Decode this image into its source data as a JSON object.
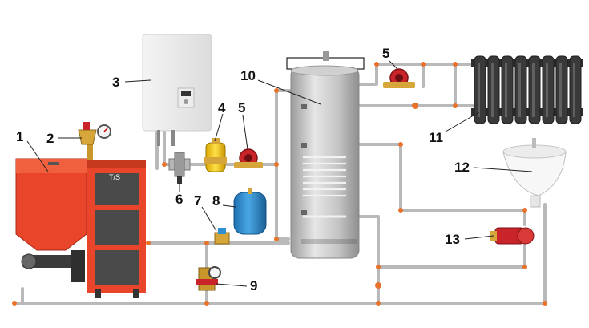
{
  "labels": {
    "l1": "1",
    "l2": "2",
    "l3": "3",
    "l4": "4",
    "l5a": "5",
    "l5b": "5",
    "l6": "6",
    "l7": "7",
    "l8": "8",
    "l9": "9",
    "l10": "10",
    "l11": "11",
    "l12": "12",
    "l13": "13"
  },
  "boiler_brand": "T/S",
  "colors": {
    "boiler_red": "#e8452a",
    "boiler_dark": "#4a4a4a",
    "pipe": "#b9b9b9",
    "joint": "#e8722a",
    "tank": "#c9c9c9",
    "expansion_tank": "#2f8fd0",
    "brass": "#d6a63a",
    "pump_red": "#c8242a",
    "radiator": "#3a3a3a"
  }
}
